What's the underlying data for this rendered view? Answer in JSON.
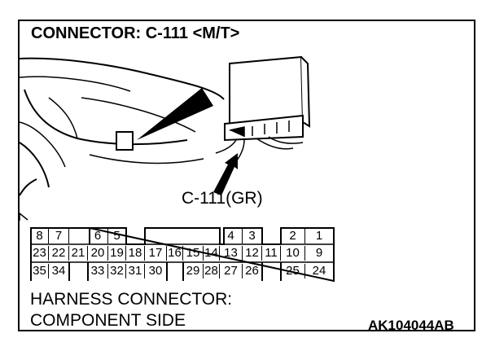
{
  "title": "CONNECTOR: C-111 <M/T>",
  "callout": "C-111(GR)",
  "harness_line1": "HARNESS CONNECTOR:",
  "harness_line2": "COMPONENT SIDE",
  "code": "AK104044AB",
  "rows": [
    [
      "8",
      "7",
      "",
      "6",
      "5",
      "",
      "",
      "",
      "",
      "",
      "4",
      "3",
      "",
      "2",
      "1"
    ],
    [
      "23",
      "22",
      "21",
      "20",
      "19",
      "18",
      "17",
      "16",
      "15",
      "14",
      "13",
      "12",
      "11",
      "10",
      "9"
    ],
    [
      "35",
      "34",
      "",
      "33",
      "32",
      "31",
      "30",
      "",
      "29",
      "28",
      "27",
      "26",
      "",
      "25",
      "24"
    ]
  ]
}
